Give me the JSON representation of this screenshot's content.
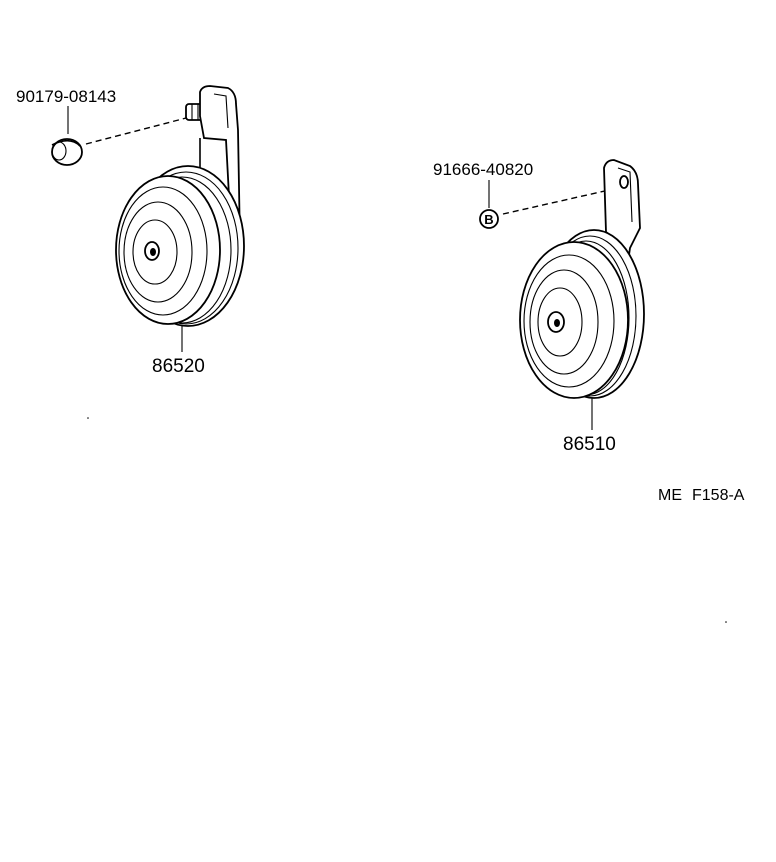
{
  "parts": {
    "nut_left": "90179-08143",
    "horn_left": "86520",
    "bolt_right": "91666-40820",
    "bolt_right_marker": "B",
    "horn_right": "86510"
  },
  "figure_code": {
    "prefix": "ME",
    "id": "F158-A"
  }
}
